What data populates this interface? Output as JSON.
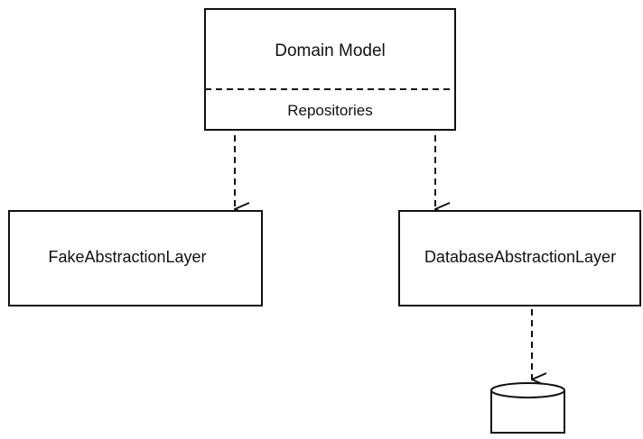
{
  "diagram": {
    "domain_model": {
      "title": "Domain Model",
      "section_label": "Repositories"
    },
    "fake_layer": {
      "label": "FakeAbstractionLayer"
    },
    "database_layer": {
      "label": "DatabaseAbstractionLayer"
    },
    "database": {
      "icon": "database-cylinder-icon"
    },
    "colors": {
      "stroke": "#111111",
      "background": "#ffffff"
    }
  }
}
